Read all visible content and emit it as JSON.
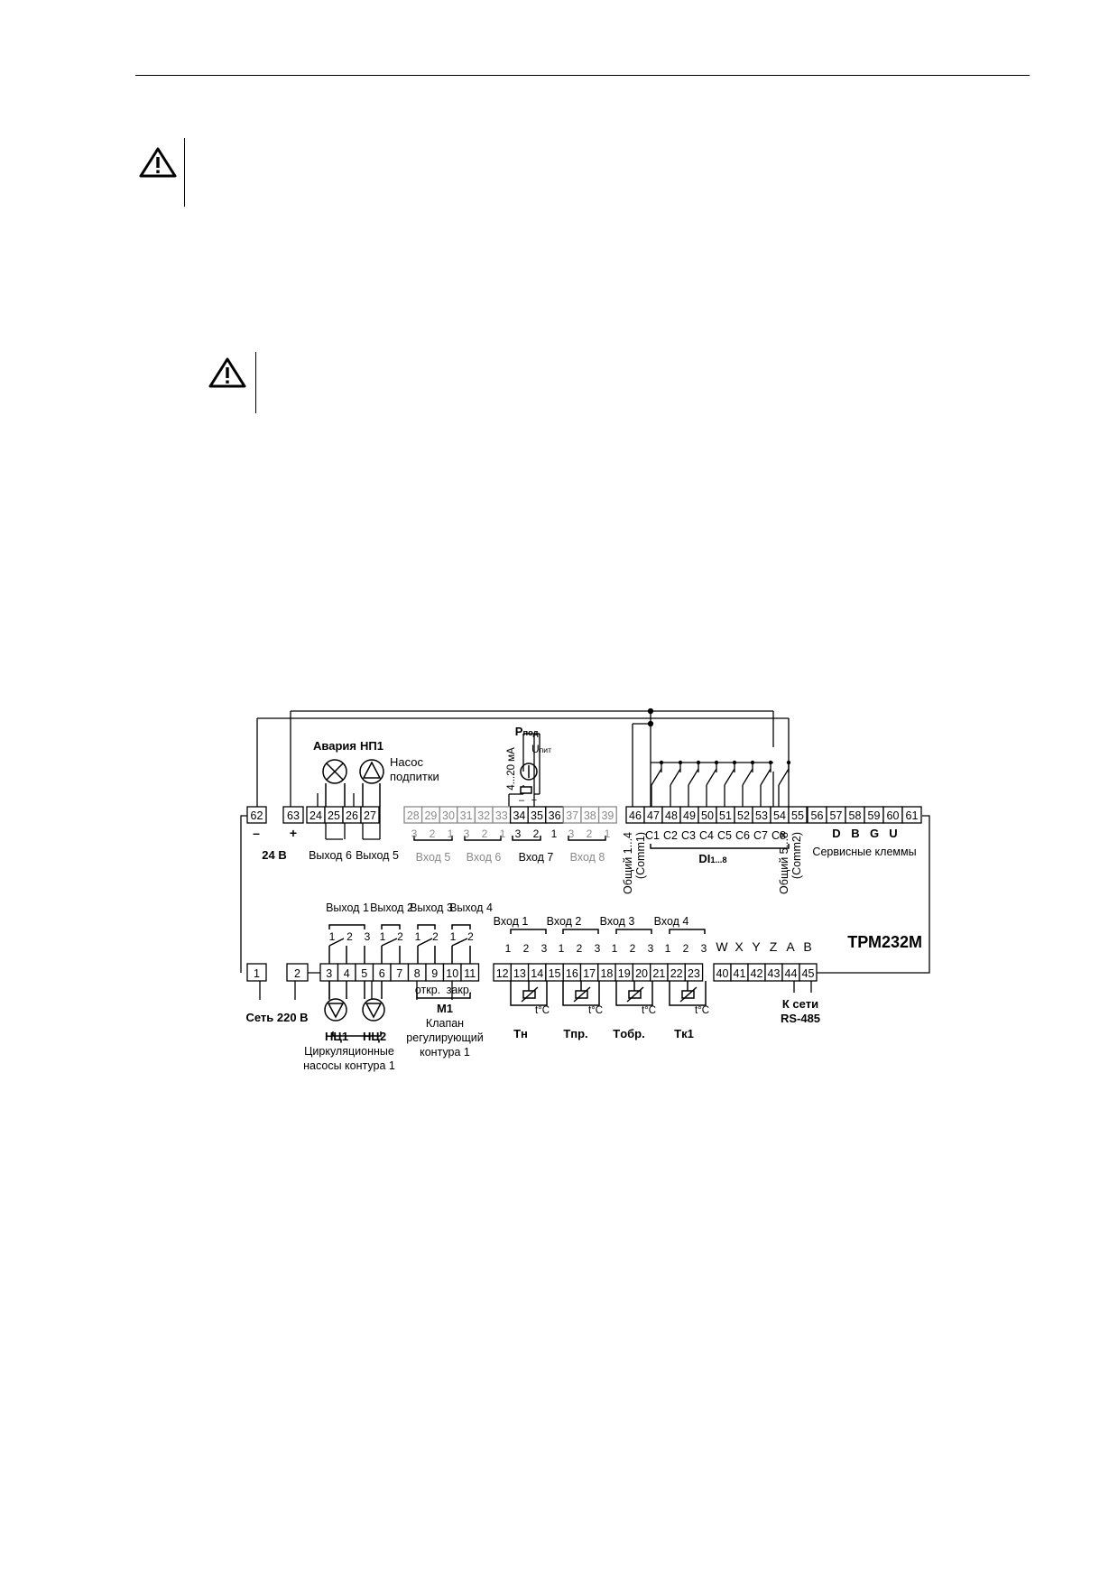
{
  "device": {
    "model": "ТРМ232М"
  },
  "top_terminals": [
    {
      "id": "62"
    },
    {
      "id": "63"
    },
    {
      "id": "24"
    },
    {
      "id": "25"
    },
    {
      "id": "26"
    },
    {
      "id": "27"
    },
    {
      "id": "28",
      "grey": true
    },
    {
      "id": "29",
      "grey": true
    },
    {
      "id": "30",
      "grey": true
    },
    {
      "id": "31",
      "grey": true
    },
    {
      "id": "32",
      "grey": true
    },
    {
      "id": "33",
      "grey": true
    },
    {
      "id": "34"
    },
    {
      "id": "35"
    },
    {
      "id": "36"
    },
    {
      "id": "37",
      "grey": true
    },
    {
      "id": "38",
      "grey": true
    },
    {
      "id": "39",
      "grey": true
    },
    {
      "id": "46"
    },
    {
      "id": "47"
    },
    {
      "id": "48"
    },
    {
      "id": "49"
    },
    {
      "id": "50"
    },
    {
      "id": "51"
    },
    {
      "id": "52"
    },
    {
      "id": "53"
    },
    {
      "id": "54"
    },
    {
      "id": "55"
    },
    {
      "id": "56"
    },
    {
      "id": "57"
    },
    {
      "id": "58"
    },
    {
      "id": "59"
    },
    {
      "id": "60"
    },
    {
      "id": "61"
    }
  ],
  "bottom_terminals": [
    {
      "id": "1"
    },
    {
      "id": "2"
    },
    {
      "id": "3"
    },
    {
      "id": "4"
    },
    {
      "id": "5"
    },
    {
      "id": "6"
    },
    {
      "id": "7"
    },
    {
      "id": "8"
    },
    {
      "id": "9"
    },
    {
      "id": "10"
    },
    {
      "id": "11"
    },
    {
      "id": "12"
    },
    {
      "id": "13"
    },
    {
      "id": "14"
    },
    {
      "id": "15"
    },
    {
      "id": "16"
    },
    {
      "id": "17"
    },
    {
      "id": "18"
    },
    {
      "id": "19"
    },
    {
      "id": "20"
    },
    {
      "id": "21"
    },
    {
      "id": "22"
    },
    {
      "id": "23"
    },
    {
      "id": "40"
    },
    {
      "id": "41"
    },
    {
      "id": "42"
    },
    {
      "id": "43"
    },
    {
      "id": "44"
    },
    {
      "id": "45"
    }
  ],
  "labels": {
    "minus": "–",
    "plus": "+",
    "supply_24": "24 В",
    "alarm": "Авария",
    "np1": "НП1",
    "makeup_pump": "Насос",
    "makeup_pump_2": "подпитки",
    "output6_top": "Выход 6",
    "output5_top": "Выход 5",
    "p_sup_main": "P",
    "p_sup_sub": "под.",
    "u_pit_main": "U",
    "u_pit_sub": "пит",
    "ma_range": "4...20 мА",
    "pin_321": [
      "3",
      "2",
      "1"
    ],
    "pin_123": [
      "1",
      "2",
      "3"
    ],
    "pin_12": [
      "1",
      "2"
    ],
    "input5": "Вход 5",
    "input6": "Вход 6",
    "input7": "Вход 7",
    "input8": "Вход 8",
    "common14": "Общий 1...4",
    "comm1": "(Comm1)",
    "common58": "Общий 5...8",
    "comm2": "(Comm2)",
    "c_labels": [
      "C1",
      "C2",
      "C3",
      "C4",
      "C5",
      "C6",
      "C7",
      "C8"
    ],
    "di_main": "DI",
    "di_sub": "1...8",
    "service_letters": [
      "D",
      "B",
      "G",
      "U"
    ],
    "service_terms": "Сервисные клеммы",
    "out1": "Выход 1",
    "out2": "Выход 2",
    "out3": "Выход 3",
    "out4": "Выход 4",
    "net220": "Сеть 220 В",
    "nc1": "НЦ1",
    "nc2": "НЦ2",
    "circ1": "Циркуляционные",
    "circ2": "насосы контура 1",
    "open": "откр.",
    "close": "закр.",
    "m1": "М1",
    "valve1": "Клапан",
    "valve2": "регулирующий",
    "valve3": "контура 1",
    "in1": "Вход 1",
    "in2": "Вход 2",
    "in3": "Вход 3",
    "in4": "Вход 4",
    "tc": "t°C",
    "tn": "Tн",
    "tpr": "Tпр.",
    "tobr": "Tобр.",
    "tk1": "Tк1",
    "wxyzab": [
      "W",
      "X",
      "Y",
      "Z",
      "A",
      "B"
    ],
    "to_net": "К сети",
    "rs485": "RS-485"
  }
}
